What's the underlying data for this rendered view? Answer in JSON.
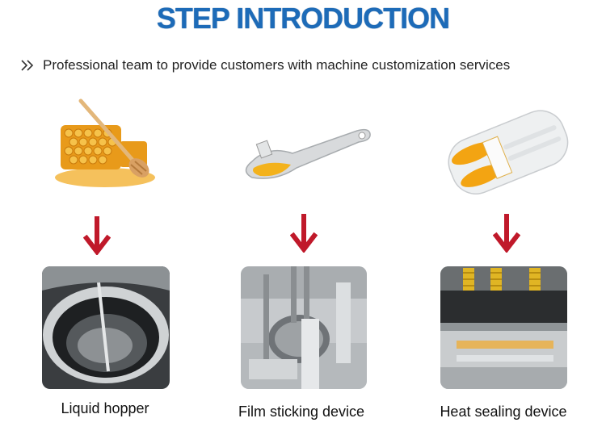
{
  "header": {
    "title": "STEP INTRODUCTION"
  },
  "subtitle": {
    "text": "Professional team to provide customers with machine customization services"
  },
  "steps": [
    {
      "product_icon": "honeycomb-with-dipper",
      "device_label": "Liquid hopper"
    },
    {
      "product_icon": "honey-spoon",
      "device_label": "Film sticking device"
    },
    {
      "product_icon": "honey-stick-pack",
      "device_label": "Heat sealing device"
    }
  ],
  "colors": {
    "title": "#1d6bb8",
    "arrow": "#c0192a"
  }
}
